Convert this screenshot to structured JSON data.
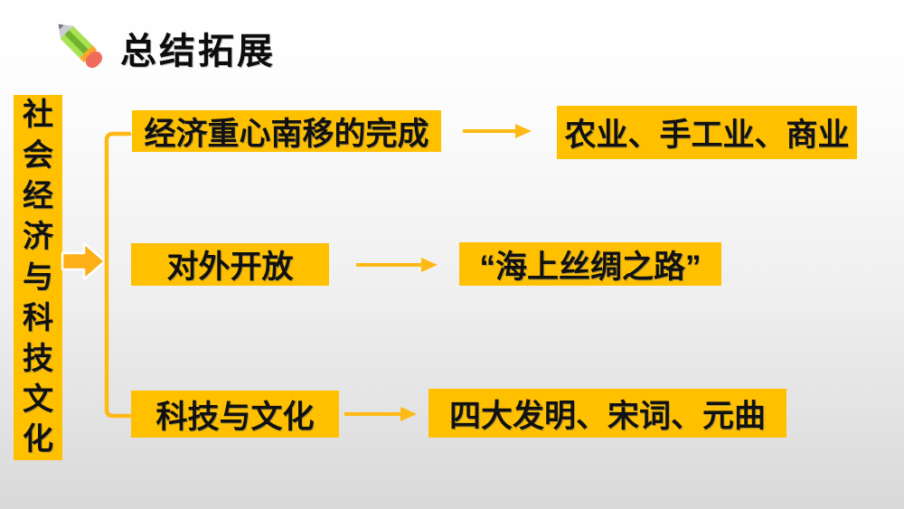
{
  "slide": {
    "header": {
      "icon": "pencil-icon",
      "title": "总结拓展"
    },
    "root_box": {
      "label": "社会经济与科技文化",
      "chars": [
        "社",
        "会",
        "经",
        "济",
        "与",
        "科",
        "技",
        "文",
        "化"
      ]
    },
    "branches": [
      {
        "topic": "经济重心南移的完成",
        "detail": "农业、手工业、商业"
      },
      {
        "topic": "对外开放",
        "detail": "“海上丝绸之路”"
      },
      {
        "topic": "科技与文化",
        "detail": "四大发明、宋词、元曲"
      }
    ],
    "colors": {
      "box_fill": "#FFC000",
      "connector": "#FFB915",
      "text": "#111111",
      "background_top": "#FFFFFF",
      "background_bottom": "#D9D9D9",
      "pencil_body": "#A8E253",
      "pencil_stripe": "#70B22D",
      "pencil_band": "#F9A72B",
      "pencil_eraser": "#EF6B5C",
      "pencil_tip": "#C9CDD1"
    }
  }
}
